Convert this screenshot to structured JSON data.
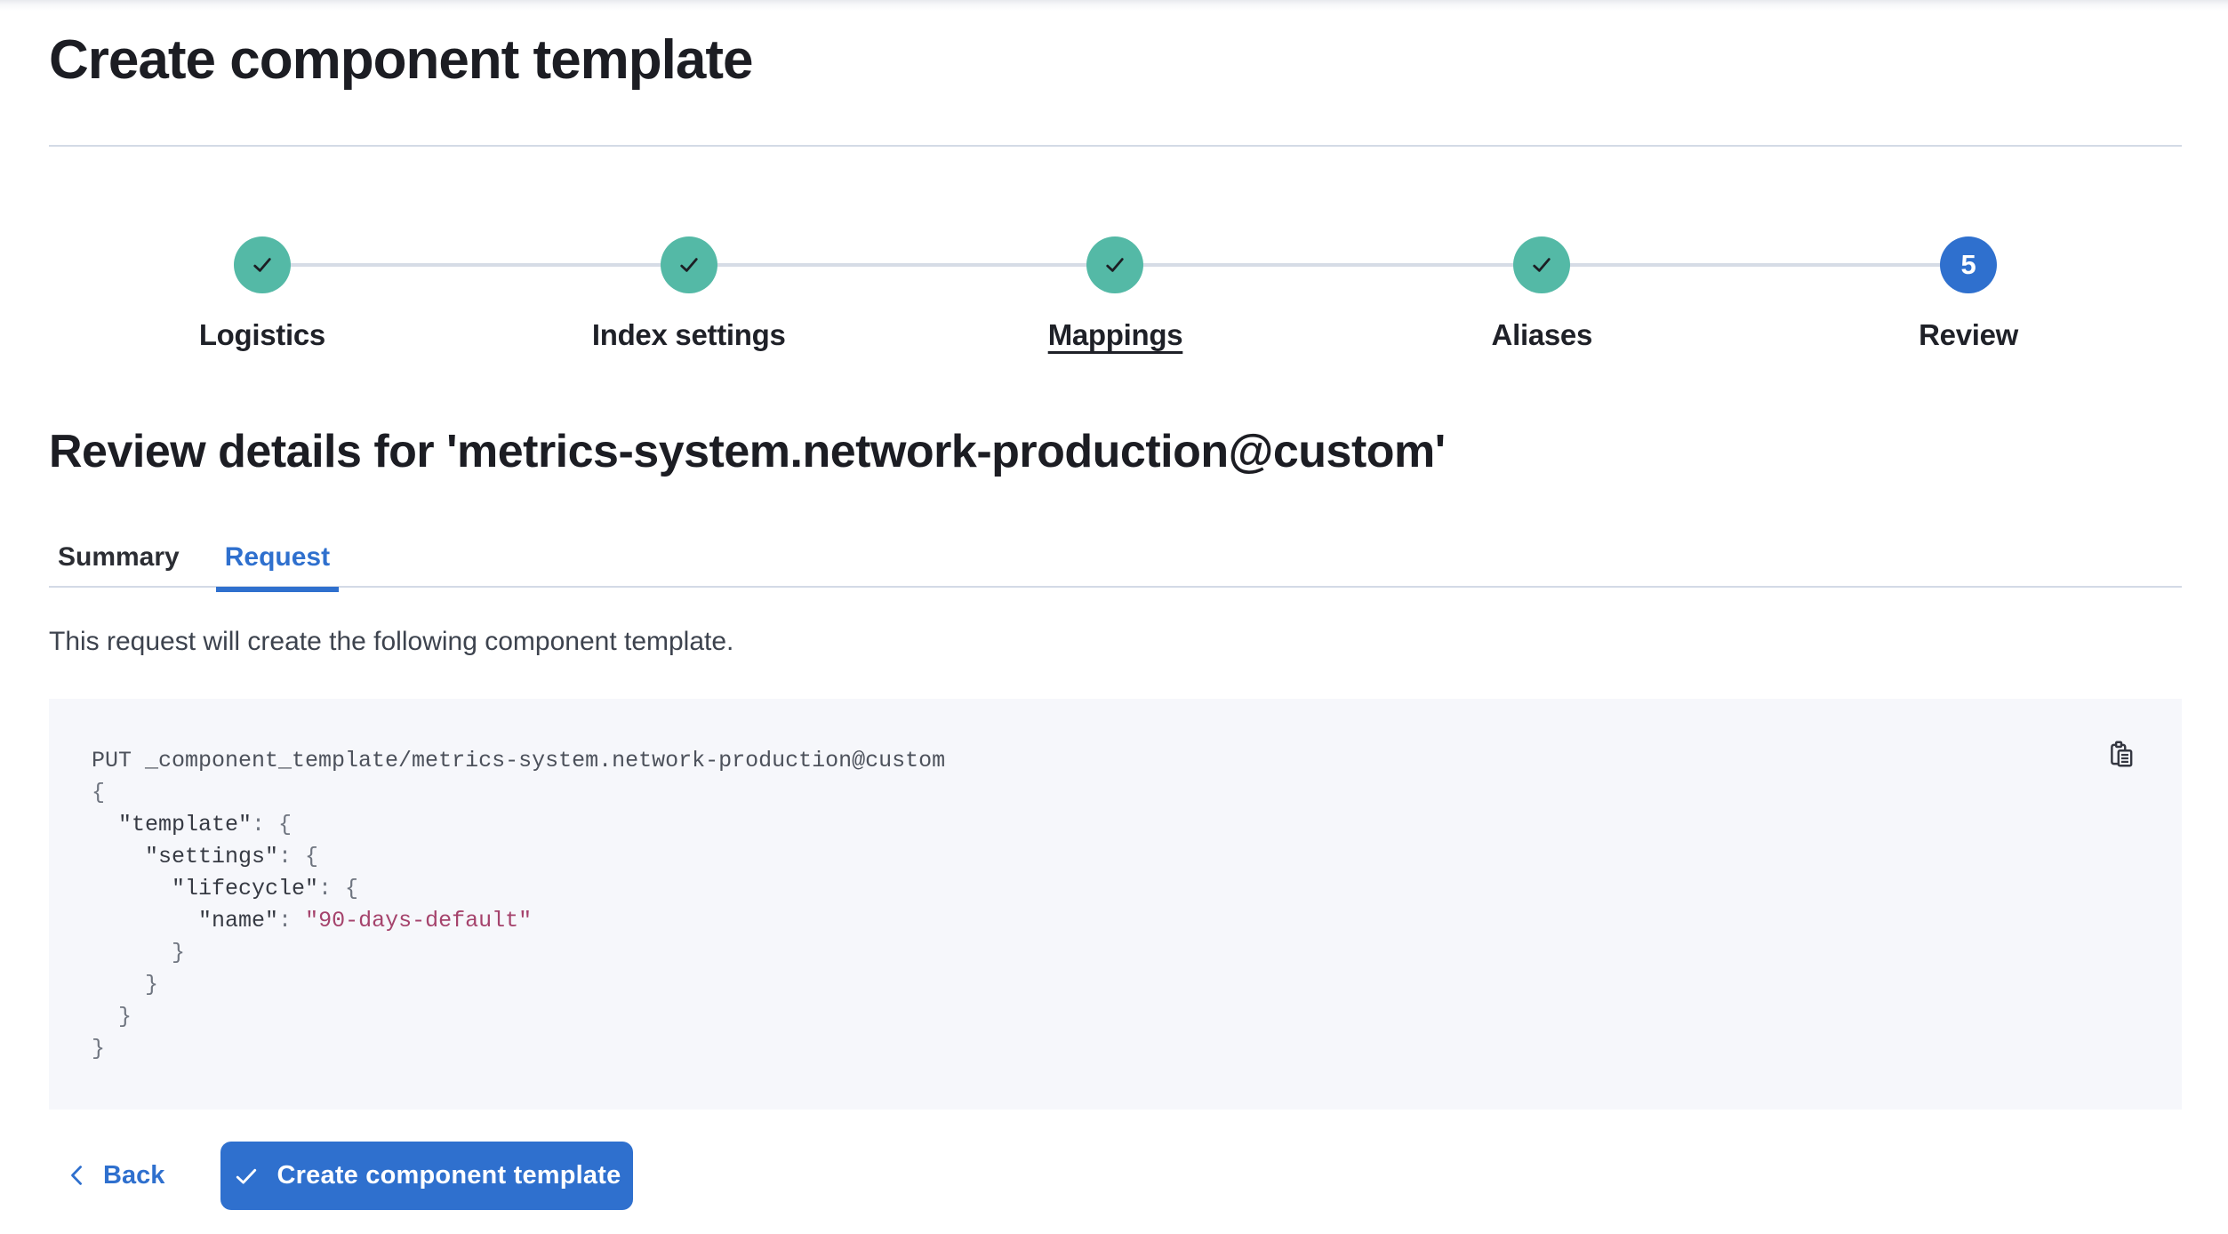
{
  "page": {
    "title": "Create component template"
  },
  "stepper": {
    "steps": [
      {
        "label": "Logistics",
        "status": "complete"
      },
      {
        "label": "Index settings",
        "status": "complete"
      },
      {
        "label": "Mappings",
        "status": "complete",
        "hover_underline": true
      },
      {
        "label": "Aliases",
        "status": "complete"
      },
      {
        "label": "Review",
        "status": "current",
        "number": "5"
      }
    ]
  },
  "review": {
    "heading": "Review details for 'metrics-system.network-production@custom'",
    "tabs": [
      {
        "label": "Summary",
        "active": false
      },
      {
        "label": "Request",
        "active": true
      }
    ],
    "description": "This request will create the following component template."
  },
  "code": {
    "copy_icon": "copy-clipboard-icon",
    "lines": [
      {
        "segments": [
          {
            "c": "def",
            "t": "PUT _component_template/metrics-system.network-production@custom"
          }
        ]
      },
      {
        "segments": [
          {
            "c": "punc",
            "t": "{"
          }
        ]
      },
      {
        "segments": [
          {
            "c": "key",
            "t": "  \"template\""
          },
          {
            "c": "punc",
            "t": ": {"
          }
        ]
      },
      {
        "segments": [
          {
            "c": "key",
            "t": "    \"settings\""
          },
          {
            "c": "punc",
            "t": ": {"
          }
        ]
      },
      {
        "segments": [
          {
            "c": "key",
            "t": "      \"lifecycle\""
          },
          {
            "c": "punc",
            "t": ": {"
          }
        ]
      },
      {
        "segments": [
          {
            "c": "key",
            "t": "        \"name\""
          },
          {
            "c": "punc",
            "t": ": "
          },
          {
            "c": "str",
            "t": "\"90-days-default\""
          }
        ]
      },
      {
        "segments": [
          {
            "c": "punc",
            "t": "      }"
          }
        ]
      },
      {
        "segments": [
          {
            "c": "punc",
            "t": "    }"
          }
        ]
      },
      {
        "segments": [
          {
            "c": "punc",
            "t": "  }"
          }
        ]
      },
      {
        "segments": [
          {
            "c": "punc",
            "t": "}"
          }
        ]
      }
    ]
  },
  "footer": {
    "back_label": "Back",
    "submit_label": "Create component template"
  },
  "colors": {
    "accent_blue": "#2f70ce",
    "step_complete_teal": "#54b9a6",
    "border_gray": "#d3dae6",
    "code_background": "#f6f7fb",
    "code_string": "#a5436c",
    "heading_text": "#1c1d23",
    "body_text": "#3d434e"
  }
}
